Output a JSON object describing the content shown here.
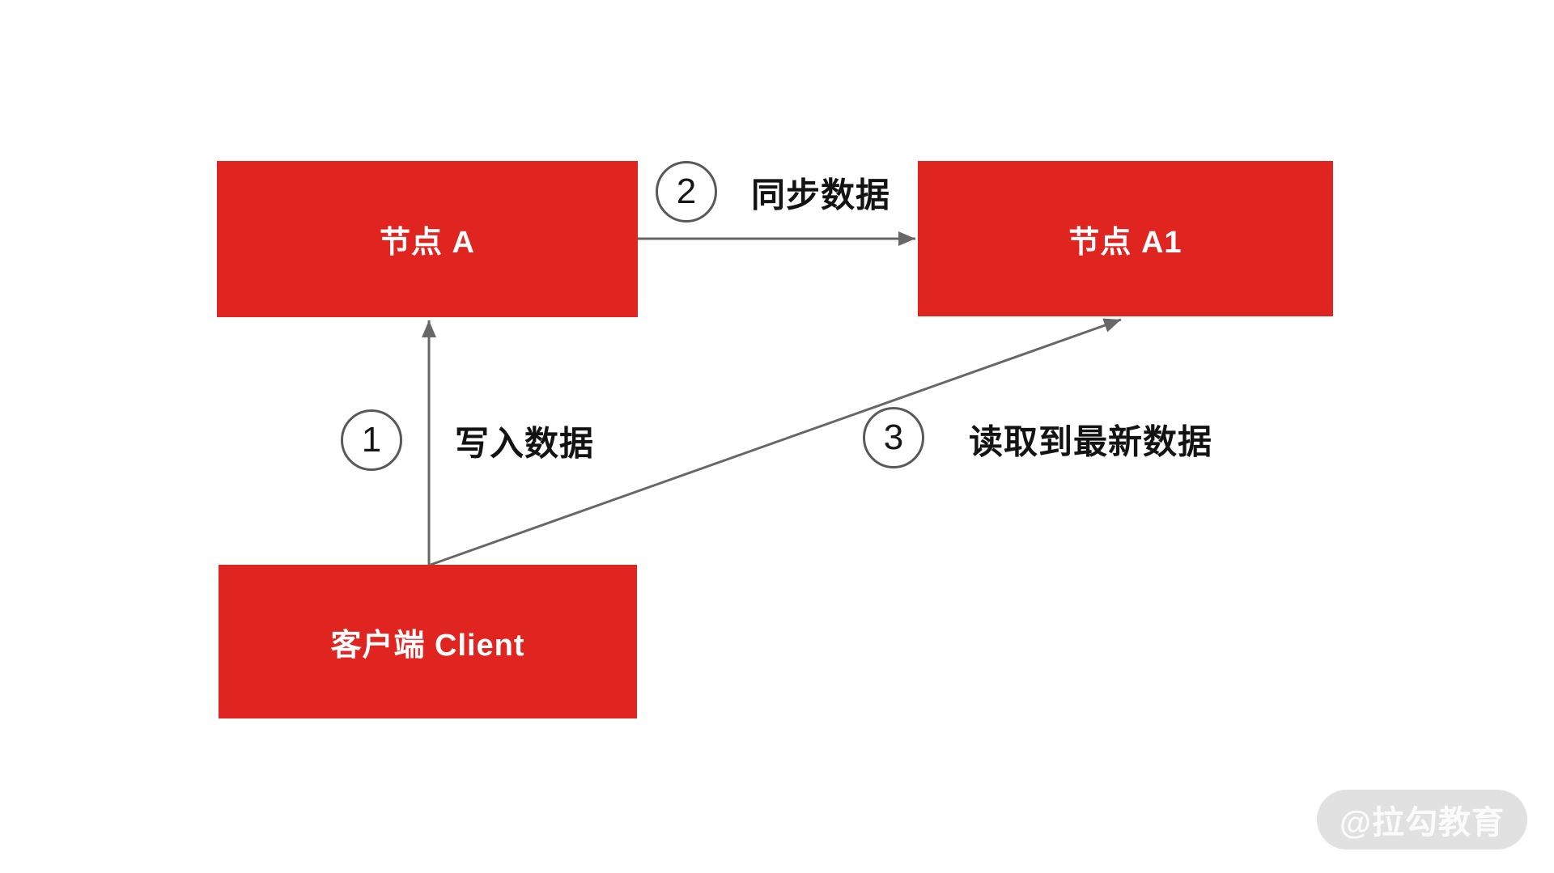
{
  "diagram": {
    "nodes": [
      {
        "id": "node-a",
        "label": "节点 A"
      },
      {
        "id": "node-a1",
        "label": "节点 A1"
      },
      {
        "id": "client",
        "label": "客户端 Client"
      }
    ],
    "edges": [
      {
        "step": "1",
        "label": "写入数据",
        "from": "client",
        "to": "node-a"
      },
      {
        "step": "2",
        "label": "同步数据",
        "from": "node-a",
        "to": "node-a1"
      },
      {
        "step": "3",
        "label": "读取到最新数据",
        "from": "client",
        "to": "node-a1"
      }
    ]
  },
  "watermark": {
    "text": "@拉勾教育"
  },
  "colors": {
    "node_fill": "#e02521",
    "node_text": "#ffffff",
    "arrow": "#676767",
    "circle_stroke": "#595959",
    "circle_fill": "#ffffff",
    "number_text": "#161616",
    "label_text": "#131313",
    "watermark_bg": "#e1e1e1",
    "watermark_text": "#fbfbfb",
    "background": "#ffffff"
  }
}
